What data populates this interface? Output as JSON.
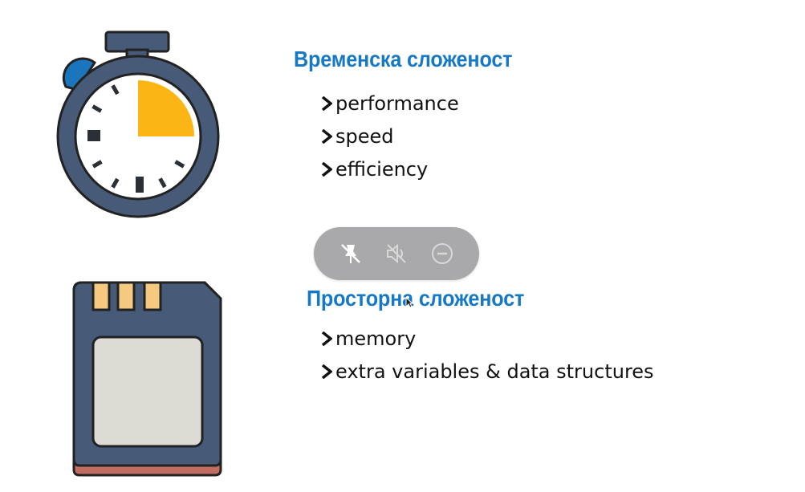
{
  "colors": {
    "title_blue": "#1779c4",
    "dial_frame": "#475a77",
    "dial_face": "#ffffff",
    "dial_fill": "#fbb515",
    "bell_blue": "#1b75bc",
    "card_body": "#475a77",
    "card_bottom": "#c26d62",
    "card_label": "#dcdbd4",
    "card_pins": "#f5c980",
    "toolbar_bg": "#a9a9ab"
  },
  "time": {
    "title": "Временска сложеност",
    "items": [
      "performance",
      "speed",
      "efficiency"
    ]
  },
  "space": {
    "title": "Просторна сложеност",
    "items": [
      "memory",
      "extra variables & data structures"
    ]
  },
  "toolbar": {
    "icons": [
      "pin-off-icon",
      "volume-mute-icon",
      "minus-circle-icon"
    ]
  }
}
